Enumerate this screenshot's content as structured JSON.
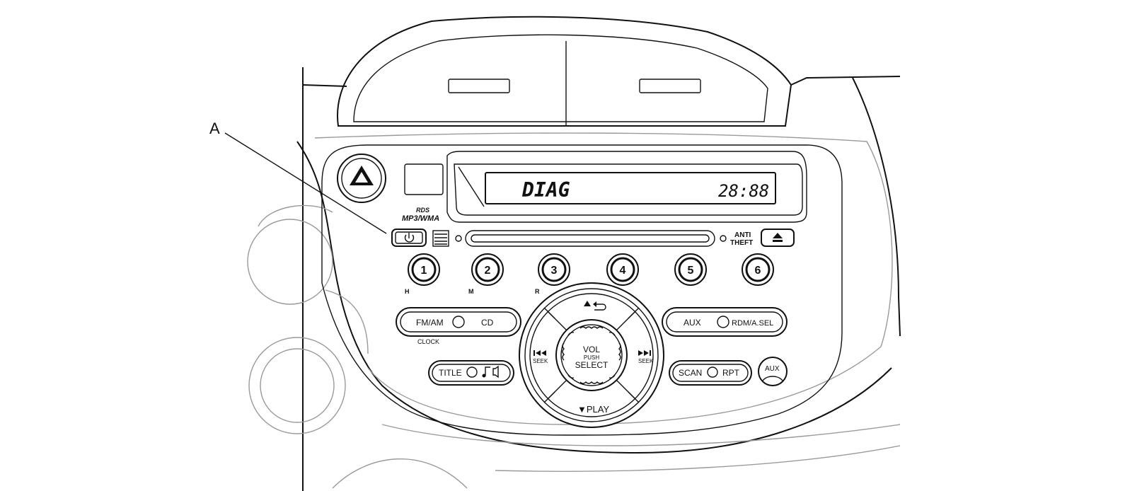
{
  "callout": {
    "label": "A"
  },
  "display": {
    "text": "DIAG",
    "clock": "28:88"
  },
  "branding": {
    "rds": "RDS",
    "mp3": "MP3/WMA"
  },
  "anti_theft": {
    "line1": "ANTI",
    "line2": "THEFT"
  },
  "presets": [
    {
      "number": "1",
      "sub": "H"
    },
    {
      "number": "2",
      "sub": "M"
    },
    {
      "number": "3",
      "sub": "R"
    },
    {
      "number": "4",
      "sub": ""
    },
    {
      "number": "5",
      "sub": ""
    },
    {
      "number": "6",
      "sub": ""
    }
  ],
  "buttons": {
    "fm_am": "FM/AM",
    "cd": "CD",
    "clock": "CLOCK",
    "aux": "AUX",
    "rdm": "RDM/A.SEL",
    "title": "TITLE",
    "scan": "SCAN",
    "rpt": "RPT",
    "aux_jack": "AUX"
  },
  "dial": {
    "vol": "VOL",
    "push": "PUSH",
    "select": "SELECT",
    "play": "▼PLAY",
    "seek_left": "SEEK",
    "seek_right": "SEEK"
  },
  "icons": {
    "power": "power-icon",
    "hazard": "hazard-triangle-icon",
    "eject": "eject-icon",
    "back": "back-arrow-icon",
    "music_mute": "music-note-mute-icon",
    "skip_back": "skip-back-icon",
    "skip_forward": "skip-forward-icon"
  }
}
